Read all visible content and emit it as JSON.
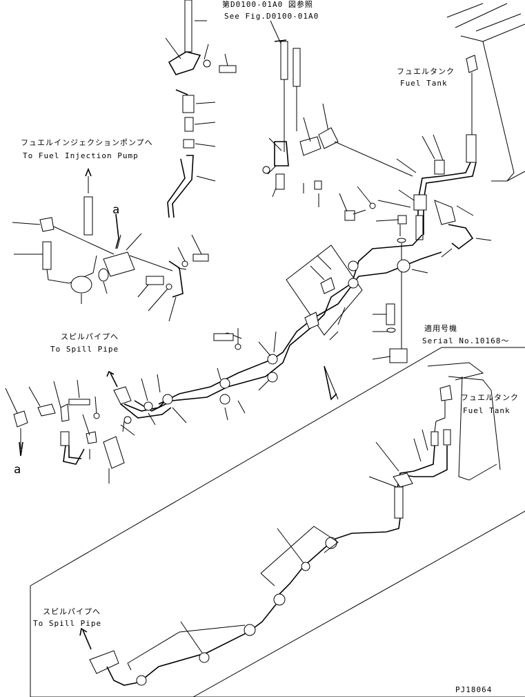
{
  "labels": {
    "see_fig_jp": "第D0100-01A0 図参照",
    "see_fig_en": "See Fig.D0100-01A0",
    "fuel_tank_jp_1": "フュエルタンク",
    "fuel_tank_en_1": "Fuel Tank",
    "injection_pump_jp": "フュエルインジェクションポンプへ",
    "injection_pump_en": "To Fuel Injection Pump",
    "spill_pipe_jp_1": "スピルパイプへ",
    "spill_pipe_en_1": "To Spill Pipe",
    "serial_jp": "適用号機",
    "serial_en": "Serial No.10168～",
    "fuel_tank_jp_2": "フュエルタンク",
    "fuel_tank_en_2": "Fuel Tank",
    "spill_pipe_jp_2": "スピルパイプへ",
    "spill_pipe_en_2": "To Spill Pipe",
    "ref_a_top": "a",
    "ref_a_bottom": "a",
    "drawing_number": "PJ18064"
  }
}
